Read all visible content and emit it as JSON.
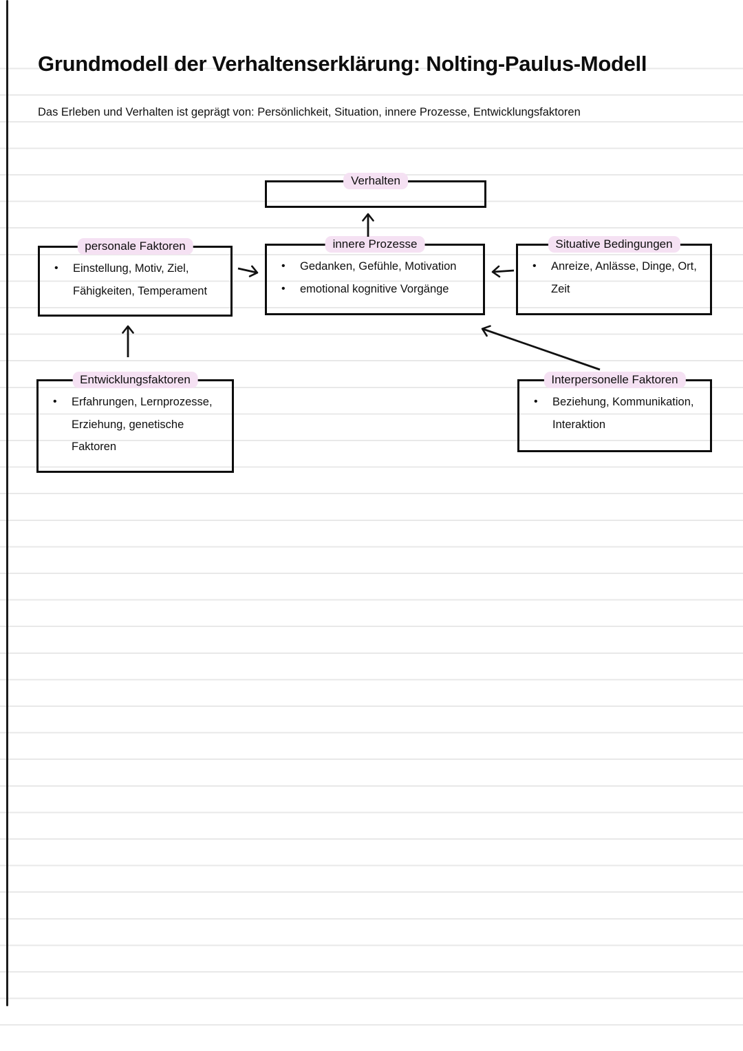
{
  "page": {
    "title": "Grundmodell der Verhaltenserklärung: Nolting-Paulus-Modell",
    "subtitle": "Das Erleben und Verhalten ist geprägt von: Persönlichkeit, Situation, innere Prozesse, Entwicklungsfaktoren"
  },
  "colors": {
    "paper": "#ffffff",
    "rule_line": "#e8e8e8",
    "box_border": "#0d0d0d",
    "title_highlight": "#f5e1f3",
    "ink": "#161616"
  },
  "diagram": {
    "boxes": {
      "verhalten": {
        "title": "Verhalten",
        "items": []
      },
      "personale": {
        "title": "personale Faktoren",
        "items": [
          "Einstellung, Motiv, Ziel, Fähigkeiten, Temperament"
        ]
      },
      "innere": {
        "title": "innere Prozesse",
        "items": [
          "Gedanken, Gefühle, Motivation",
          "emotional kognitive Vorgänge"
        ]
      },
      "situative": {
        "title": "Situative Bedingungen",
        "items": [
          "Anreize, Anlässe, Dinge, Ort, Zeit"
        ]
      },
      "entwicklung": {
        "title": "Entwicklungsfaktoren",
        "items": [
          "Erfahrungen, Lernprozesse, Erziehung, genetische Faktoren"
        ]
      },
      "interpersonelle": {
        "title": "Interpersonelle Faktoren",
        "items": [
          "Beziehung, Kommunikation, Interaktion"
        ]
      }
    },
    "arrows": [
      {
        "from": "innere Prozesse",
        "to": "Verhalten"
      },
      {
        "from": "personale Faktoren",
        "to": "innere Prozesse"
      },
      {
        "from": "Situative Bedingungen",
        "to": "innere Prozesse"
      },
      {
        "from": "Entwicklungsfaktoren",
        "to": "personale Faktoren"
      },
      {
        "from": "Interpersonelle Faktoren",
        "to": "innere Prozesse"
      }
    ]
  }
}
